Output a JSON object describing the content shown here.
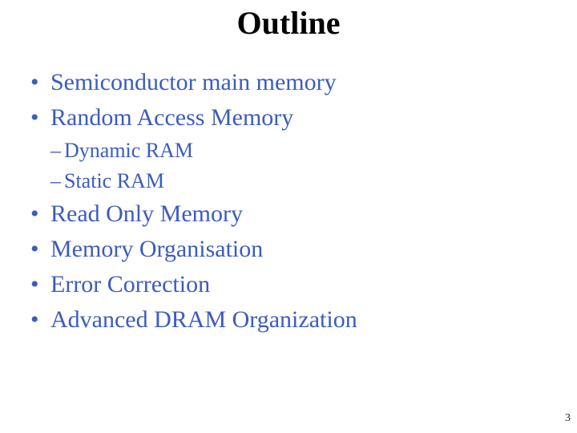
{
  "slide": {
    "title": "Outline",
    "bullets": [
      {
        "level": 1,
        "text": "Semiconductor main memory"
      },
      {
        "level": 1,
        "text": "Random Access Memory"
      },
      {
        "level": 2,
        "text": "Dynamic RAM"
      },
      {
        "level": 2,
        "text": "Static RAM"
      },
      {
        "level": 1,
        "text": "Read Only Memory"
      },
      {
        "level": 1,
        "text": "Memory Organisation"
      },
      {
        "level": 1,
        "text": "Error Correction"
      },
      {
        "level": 1,
        "text": "Advanced DRAM Organization"
      }
    ],
    "markers": {
      "level1": "•",
      "level2": "–"
    },
    "page_number": "3",
    "colors": {
      "text_blue": "#3B5CBE",
      "title_black": "#000000",
      "background": "#FFFFFF"
    }
  }
}
